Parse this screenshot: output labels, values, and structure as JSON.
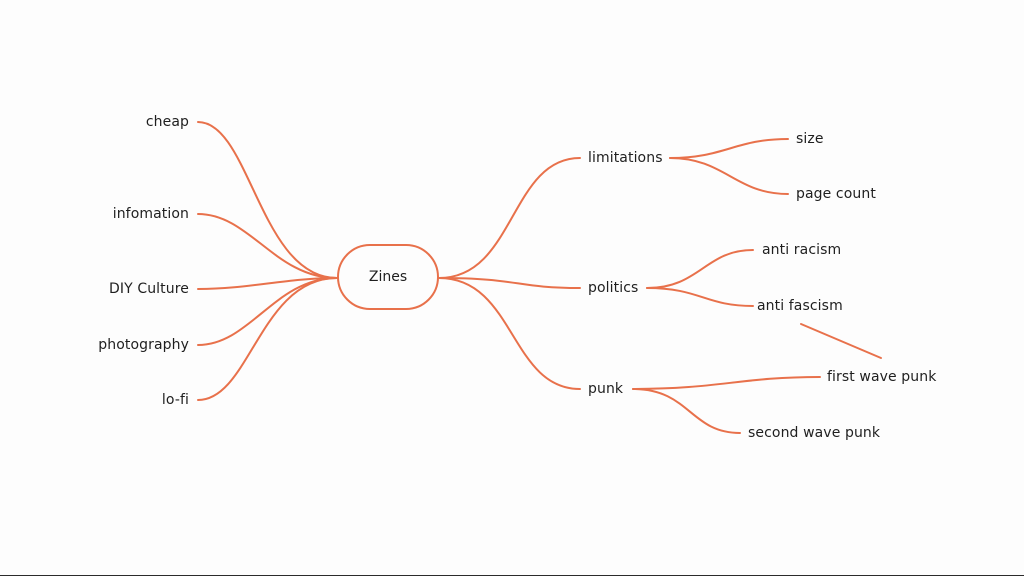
{
  "diagram": {
    "link_color": "#e8714b",
    "center": {
      "label": "Zines"
    },
    "left_branches": [
      {
        "label": "cheap"
      },
      {
        "label": "infomation"
      },
      {
        "label": "DIY Culture"
      },
      {
        "label": "photography"
      },
      {
        "label": "lo-fi"
      }
    ],
    "right_branches": [
      {
        "label": "limitations",
        "children": [
          {
            "label": "size"
          },
          {
            "label": "page count"
          }
        ]
      },
      {
        "label": "politics",
        "children": [
          {
            "label": "anti racism"
          },
          {
            "label": "anti fascism"
          }
        ]
      },
      {
        "label": "punk",
        "children": [
          {
            "label": "first wave punk"
          },
          {
            "label": "second wave punk"
          }
        ]
      }
    ]
  }
}
